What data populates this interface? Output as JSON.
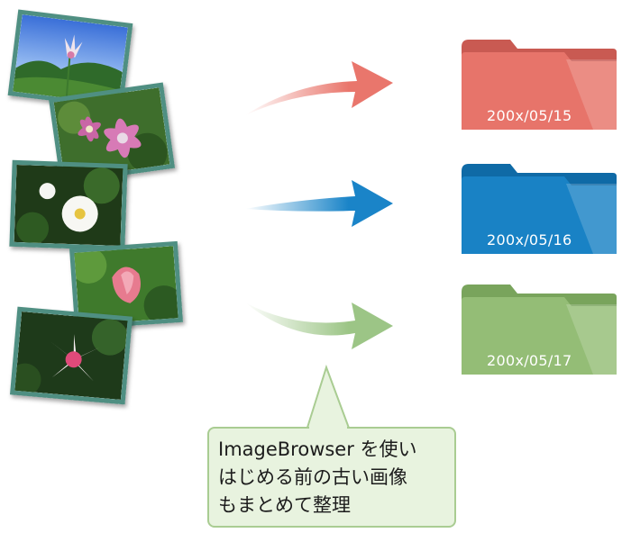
{
  "photos": [
    {
      "name": "photo-mountain-lily",
      "subject": "mountain-flower-photo"
    },
    {
      "name": "photo-pink-clematis",
      "subject": "pink-flower-photo"
    },
    {
      "name": "photo-white-camellia",
      "subject": "white-flower-photo"
    },
    {
      "name": "photo-pink-blossom",
      "subject": "pink-bud-photo"
    },
    {
      "name": "photo-lily",
      "subject": "lily-photo"
    }
  ],
  "folders": [
    {
      "date": "200x/05/15",
      "color": "#e9766c",
      "dark": "#c95a52"
    },
    {
      "date": "200x/05/16",
      "color": "#1a84c8",
      "dark": "#0f6aa6"
    },
    {
      "date": "200x/05/17",
      "color": "#97bf78",
      "dark": "#79a45c"
    }
  ],
  "arrows": [
    {
      "icon": "arrow-right-icon",
      "color": "#e9766c"
    },
    {
      "icon": "arrow-right-icon",
      "color": "#1a84c8"
    },
    {
      "icon": "arrow-right-icon",
      "color": "#9cc586"
    }
  ],
  "callout": {
    "line1": "ImageBrowser を使い",
    "line2": "はじめる前の古い画像",
    "line3": "もまとめて整理"
  }
}
